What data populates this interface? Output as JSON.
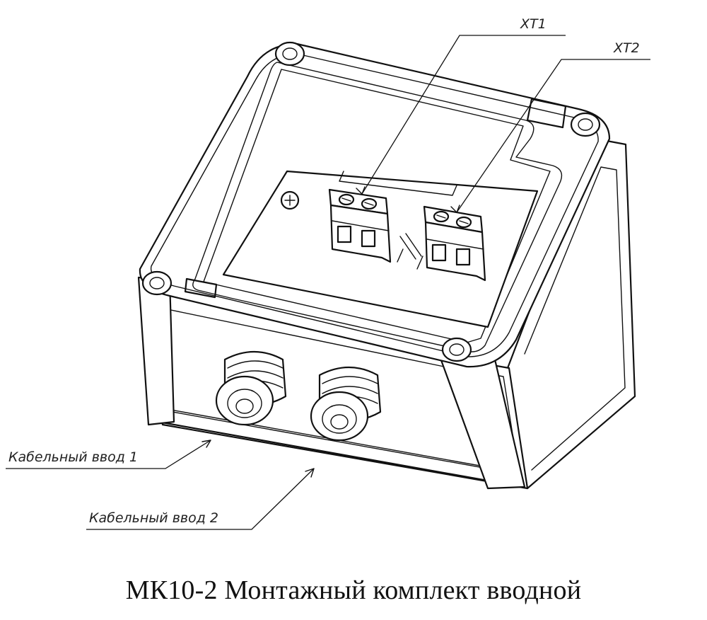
{
  "labels": {
    "xt1": "XT1",
    "xt2": "XT2",
    "cable_entry_1": "Кабельный ввод 1",
    "cable_entry_2": "Кабельный ввод 2"
  },
  "caption": "МК10-2 Монтажный комплект вводной"
}
